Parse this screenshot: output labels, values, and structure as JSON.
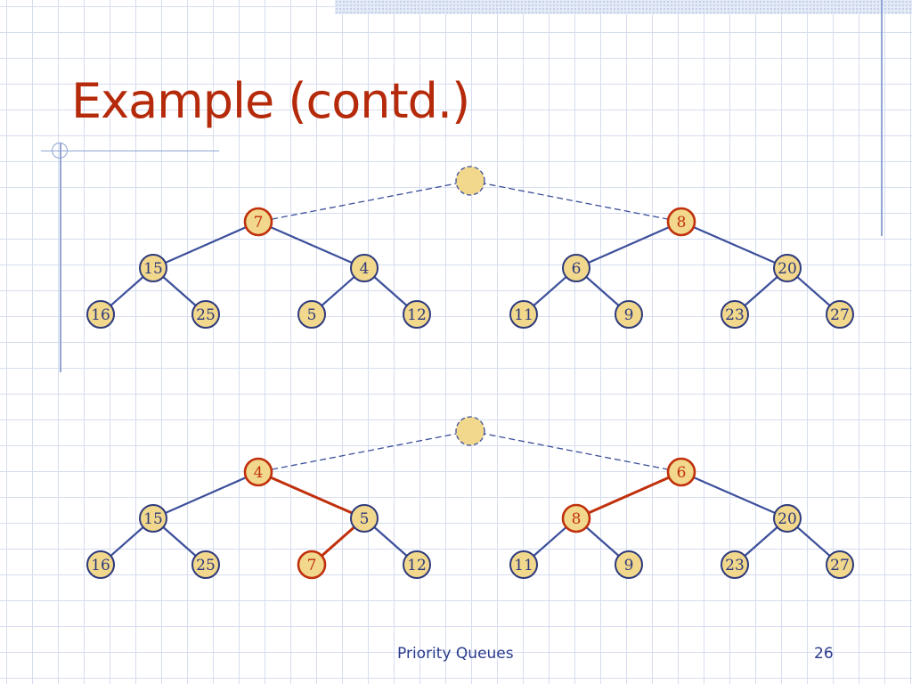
{
  "slide": {
    "title": "Example (contd.)",
    "footer_title": "Priority Queues",
    "page_number": "26"
  },
  "colors": {
    "title": "#b52a0a",
    "node_fill": "#f2d88c",
    "node_border": "#2e3a7c",
    "highlight": "#c0300c",
    "edge": "#3c4f9a",
    "footer": "#2a3a8c"
  },
  "trees": [
    {
      "name": "before-heap",
      "root": {
        "label": "",
        "dashed": true
      },
      "nodes": [
        {
          "id": "a",
          "label": "7",
          "parent": "root",
          "highlight": true
        },
        {
          "id": "b",
          "label": "8",
          "parent": "root",
          "highlight": true
        },
        {
          "id": "c",
          "label": "15",
          "parent": "a",
          "highlight": false
        },
        {
          "id": "d",
          "label": "4",
          "parent": "a",
          "highlight": false
        },
        {
          "id": "e",
          "label": "6",
          "parent": "b",
          "highlight": false
        },
        {
          "id": "f",
          "label": "20",
          "parent": "b",
          "highlight": false
        },
        {
          "id": "g",
          "label": "16",
          "parent": "c",
          "highlight": false
        },
        {
          "id": "h",
          "label": "25",
          "parent": "c",
          "highlight": false
        },
        {
          "id": "i",
          "label": "5",
          "parent": "d",
          "highlight": false
        },
        {
          "id": "j",
          "label": "12",
          "parent": "d",
          "highlight": false
        },
        {
          "id": "k",
          "label": "11",
          "parent": "e",
          "highlight": false
        },
        {
          "id": "l",
          "label": "9",
          "parent": "e",
          "highlight": false
        },
        {
          "id": "m",
          "label": "23",
          "parent": "f",
          "highlight": false
        },
        {
          "id": "n",
          "label": "27",
          "parent": "f",
          "highlight": false
        }
      ],
      "highlight_edges": []
    },
    {
      "name": "after-heap",
      "root": {
        "label": "",
        "dashed": true
      },
      "nodes": [
        {
          "id": "a",
          "label": "4",
          "parent": "root",
          "highlight": true
        },
        {
          "id": "b",
          "label": "6",
          "parent": "root",
          "highlight": true
        },
        {
          "id": "c",
          "label": "15",
          "parent": "a",
          "highlight": false
        },
        {
          "id": "d",
          "label": "5",
          "parent": "a",
          "highlight": false
        },
        {
          "id": "e",
          "label": "8",
          "parent": "b",
          "highlight": true
        },
        {
          "id": "f",
          "label": "20",
          "parent": "b",
          "highlight": false
        },
        {
          "id": "g",
          "label": "16",
          "parent": "c",
          "highlight": false
        },
        {
          "id": "h",
          "label": "25",
          "parent": "c",
          "highlight": false
        },
        {
          "id": "i",
          "label": "7",
          "parent": "d",
          "highlight": true
        },
        {
          "id": "j",
          "label": "12",
          "parent": "d",
          "highlight": false
        },
        {
          "id": "k",
          "label": "11",
          "parent": "e",
          "highlight": false
        },
        {
          "id": "l",
          "label": "9",
          "parent": "e",
          "highlight": false
        },
        {
          "id": "m",
          "label": "23",
          "parent": "f",
          "highlight": false
        },
        {
          "id": "n",
          "label": "27",
          "parent": "f",
          "highlight": false
        }
      ],
      "highlight_edges": [
        "a-d",
        "d-i",
        "b-e"
      ]
    }
  ]
}
